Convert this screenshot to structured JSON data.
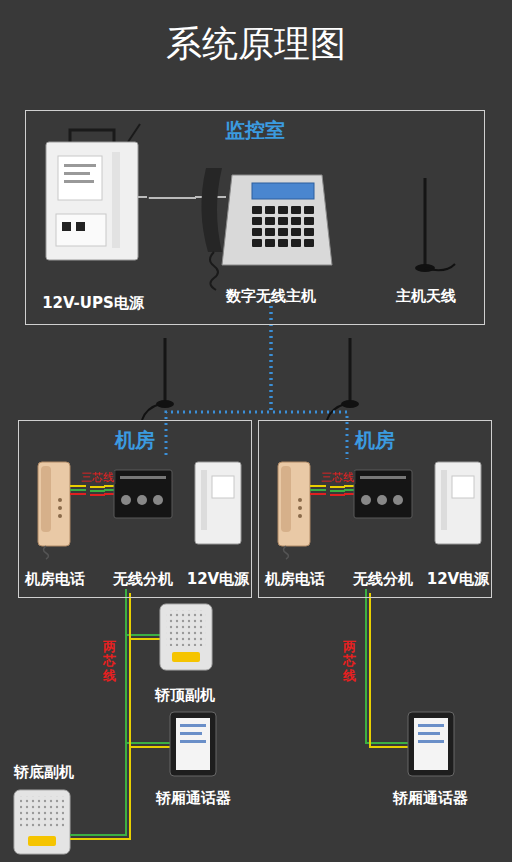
{
  "diagram": {
    "title": "系统原理图",
    "nodes": [
      {
        "text": [
          "监控室"
        ]
      },
      {
        "text": [
          "12V-UPS电源"
        ],
        "in": 0
      },
      {
        "text": [
          "数字无线主机"
        ],
        "in": 0
      },
      {
        "text": [
          "主机天线"
        ],
        "in": 0
      },
      {
        "text": [
          "机房"
        ]
      },
      {
        "text": [
          "机房电话"
        ],
        "in": 4
      },
      {
        "text": [
          "无线分机"
        ],
        "in": 4
      },
      {
        "text": [
          "12V电源"
        ],
        "in": 4
      },
      {
        "text": [
          "机房"
        ]
      },
      {
        "text": [
          "机房电话"
        ],
        "in": 8
      },
      {
        "text": [
          "无线分机"
        ],
        "in": 8
      },
      {
        "text": [
          "12V电源"
        ],
        "in": 8
      },
      {
        "text": [
          "轿顶副机"
        ]
      },
      {
        "text": [
          "轿厢通话器"
        ]
      },
      {
        "text": [
          "轿底副机"
        ]
      },
      {
        "text": [
          "轿厢通话器"
        ]
      }
    ],
    "edges": [
      {
        "from": 1,
        "to": 2,
        "arrow": "none"
      },
      {
        "from": 2,
        "to": 6,
        "arrow": "none"
      },
      {
        "from": 2,
        "to": 10,
        "arrow": "none"
      },
      {
        "from": 5,
        "to": 6,
        "label": "三芯线",
        "arrow": "none"
      },
      {
        "from": 9,
        "to": 10,
        "label": "三芯线",
        "arrow": "none"
      },
      {
        "from": 6,
        "to": 12,
        "arrow": "none"
      },
      {
        "from": 6,
        "to": 13,
        "arrow": "none"
      },
      {
        "from": 6,
        "to": 14,
        "arrow": "none"
      },
      {
        "from": 10,
        "to": 15,
        "arrow": "none"
      }
    ],
    "labels": [
      "两芯线",
      "两芯线"
    ]
  }
}
